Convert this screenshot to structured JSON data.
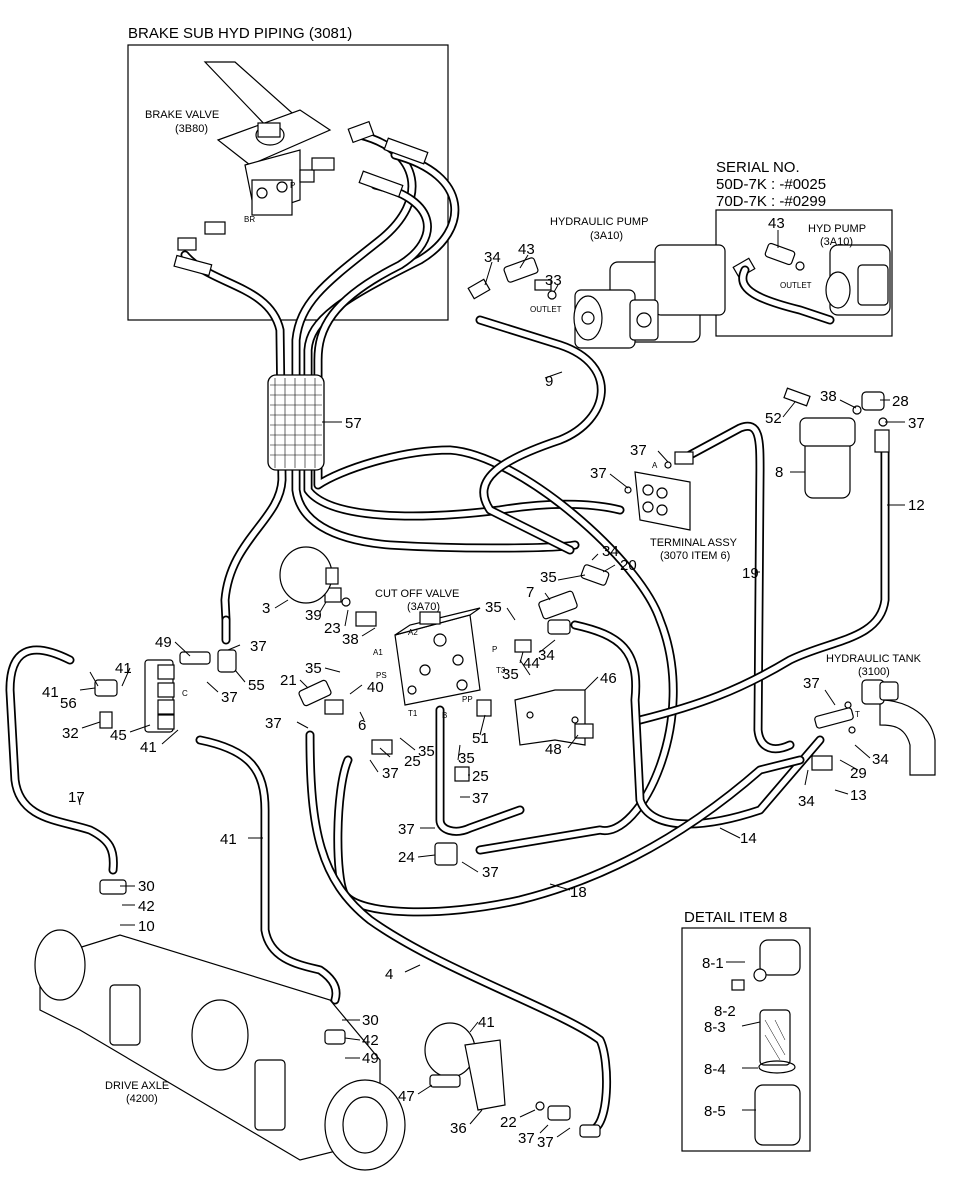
{
  "titles": {
    "brake_sub": "BRAKE SUB HYD PIPING (3081)",
    "serial_line1": "SERIAL NO.",
    "serial_line2": "50D-7K : -#0025",
    "serial_line3": "70D-7K : -#0299",
    "detail": "DETAIL ITEM 8"
  },
  "components": {
    "brake_valve": "BRAKE VALVE",
    "brake_valve_code": "(3B80)",
    "hyd_pump": "HYDRAULIC PUMP",
    "hyd_pump_code": "(3A10)",
    "hyd_pump_small": "HYD PUMP",
    "hyd_pump_small_code": "(3A10)",
    "outlet": "OUTLET",
    "terminal": "TERMINAL ASSY",
    "terminal_code": "(3070 ITEM 6)",
    "cutoff": "CUT OFF VALVE",
    "cutoff_code": "(3A70)",
    "tank": "HYDRAULIC TANK",
    "tank_code": "(3100)",
    "axle": "DRIVE AXLE",
    "axle_code": "(4200)"
  },
  "port_labels": {
    "br": "BR",
    "p_brake": "P",
    "a_term": "A",
    "a1": "A1",
    "a2": "A2",
    "ps": "PS",
    "p": "P",
    "t3": "T3",
    "t1": "T1",
    "pp": "PP",
    "b": "B",
    "c": "C",
    "t": "T"
  },
  "callouts": {
    "n57": "57",
    "n9": "9",
    "n34a": "34",
    "n43a": "43",
    "n33": "33",
    "n43b": "43",
    "n52": "52",
    "n38a": "38",
    "n28": "28",
    "n37a": "37",
    "n8": "8",
    "n12": "12",
    "n37b": "37",
    "n37c": "37",
    "n34b": "34",
    "n20": "20",
    "n19": "19",
    "n3": "3",
    "n39": "39",
    "n23": "23",
    "n38b": "38",
    "n35a": "35",
    "n7": "7",
    "n35b": "35",
    "n34c": "34",
    "n44": "44",
    "n35c": "35",
    "n49a": "49",
    "n37d": "37",
    "n41a": "41",
    "n55": "55",
    "n41b": "41",
    "n56": "56",
    "n37e": "37",
    "n32": "32",
    "n45": "45",
    "n41c": "41",
    "n35d": "35",
    "n21": "21",
    "n40": "40",
    "n37f": "37",
    "n6": "6",
    "n35e": "35",
    "n25a": "25",
    "n37g": "37",
    "n46": "46",
    "n51": "51",
    "n48": "48",
    "n37h": "37",
    "n25b": "25",
    "n37i": "37",
    "n35f": "35",
    "n24": "24",
    "n37j": "37",
    "n29": "29",
    "n37k": "37",
    "n34d": "34",
    "n34e": "34",
    "n13": "13",
    "n14": "14",
    "n18": "18",
    "n17": "17",
    "n41d": "41",
    "n30a": "30",
    "n42a": "42",
    "n10": "10",
    "n4": "4",
    "n41e": "41",
    "n30b": "30",
    "n42b": "42",
    "n49b": "49",
    "n47": "47",
    "n36": "36",
    "n22": "22",
    "n37l": "37"
  },
  "detail_items": [
    "8-1",
    "8-2",
    "8-3",
    "8-4",
    "8-5"
  ]
}
